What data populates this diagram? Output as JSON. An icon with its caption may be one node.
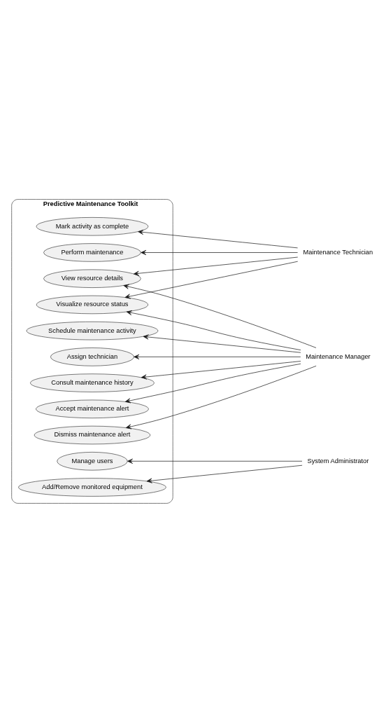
{
  "diagram": {
    "nodes": [
      {
        "text": [
          "Maintenance Technician"
        ]
      },
      {
        "text": [
          "Maintenance Manager"
        ]
      },
      {
        "text": [
          "System Administrator"
        ]
      },
      {
        "text": [
          "Predictive Maintenance Toolkit"
        ]
      },
      {
        "text": [
          "Mark activity as complete"
        ],
        "in": 3
      },
      {
        "text": [
          "Perform maintenance"
        ],
        "in": 3
      },
      {
        "text": [
          "View resource details"
        ],
        "in": 3
      },
      {
        "text": [
          "Visualize resource status"
        ],
        "in": 3
      },
      {
        "text": [
          "Schedule maintenance activity"
        ],
        "in": 3
      },
      {
        "text": [
          "Assign technician"
        ],
        "in": 3
      },
      {
        "text": [
          "Consult maintenance history"
        ],
        "in": 3
      },
      {
        "text": [
          "Accept maintenance alert"
        ],
        "in": 3
      },
      {
        "text": [
          "Dismiss maintenance alert"
        ],
        "in": 3
      },
      {
        "text": [
          "Manage users"
        ],
        "in": 3
      },
      {
        "text": [
          "Add/Remove monitored equipment"
        ],
        "in": 3
      }
    ],
    "edges": [
      {
        "from": 0,
        "to": 4,
        "arrow": "to"
      },
      {
        "from": 0,
        "to": 5,
        "arrow": "to"
      },
      {
        "from": 0,
        "to": 6,
        "arrow": "to"
      },
      {
        "from": 0,
        "to": 7,
        "arrow": "to"
      },
      {
        "from": 1,
        "to": 6,
        "arrow": "to"
      },
      {
        "from": 1,
        "to": 7,
        "arrow": "to"
      },
      {
        "from": 1,
        "to": 8,
        "arrow": "to"
      },
      {
        "from": 1,
        "to": 9,
        "arrow": "to"
      },
      {
        "from": 1,
        "to": 10,
        "arrow": "to"
      },
      {
        "from": 1,
        "to": 11,
        "arrow": "to"
      },
      {
        "from": 1,
        "to": 12,
        "arrow": "to"
      },
      {
        "from": 2,
        "to": 13,
        "arrow": "to"
      },
      {
        "from": 2,
        "to": 14,
        "arrow": "to"
      }
    ]
  }
}
